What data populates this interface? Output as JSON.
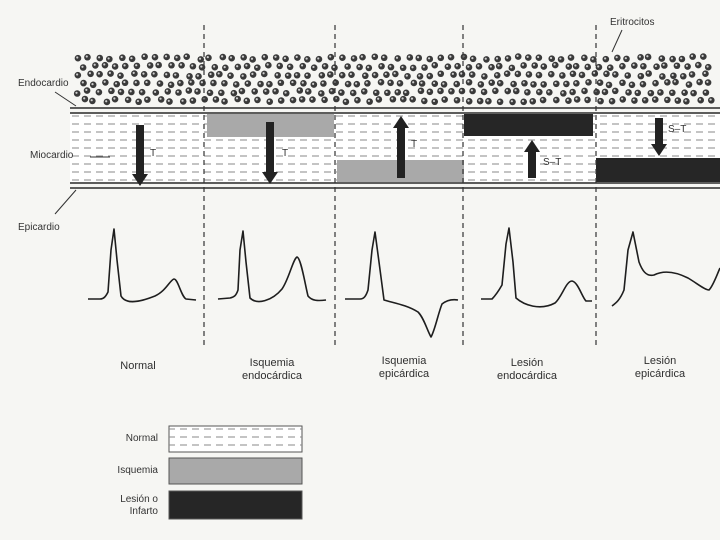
{
  "labels": {
    "endocardio": "Endocardio",
    "miocardio": "Miocardio",
    "epicardio": "Epicardio",
    "eritrocitos": "Eritrocitos"
  },
  "columns": [
    {
      "line1": "Normal",
      "line2": "",
      "arrow_label": "T",
      "arrow_dir": "down"
    },
    {
      "line1": "Isquemia",
      "line2": "endocárdica",
      "arrow_label": "T",
      "arrow_dir": "down"
    },
    {
      "line1": "Isquemia",
      "line2": "epicárdica",
      "arrow_label": "T",
      "arrow_dir": "up"
    },
    {
      "line1": "Lesión",
      "line2": "endocárdica",
      "arrow_label": "S–T",
      "arrow_dir": "up"
    },
    {
      "line1": "Lesión",
      "line2": "epicárdica",
      "arrow_label": "S–T",
      "arrow_dir": "down"
    }
  ],
  "legend": [
    {
      "label_line1": "Normal",
      "label_line2": "",
      "pattern": "normal"
    },
    {
      "label_line1": "Isquemia",
      "label_line2": "",
      "pattern": "isquemia"
    },
    {
      "label_line1": "Lesión o",
      "label_line2": "Infarto",
      "pattern": "lesion"
    }
  ],
  "colors": {
    "isquemia": "#a9a9a9",
    "lesion": "#262626",
    "line": "#2a2a2a",
    "cell": "#3a3a3a"
  }
}
